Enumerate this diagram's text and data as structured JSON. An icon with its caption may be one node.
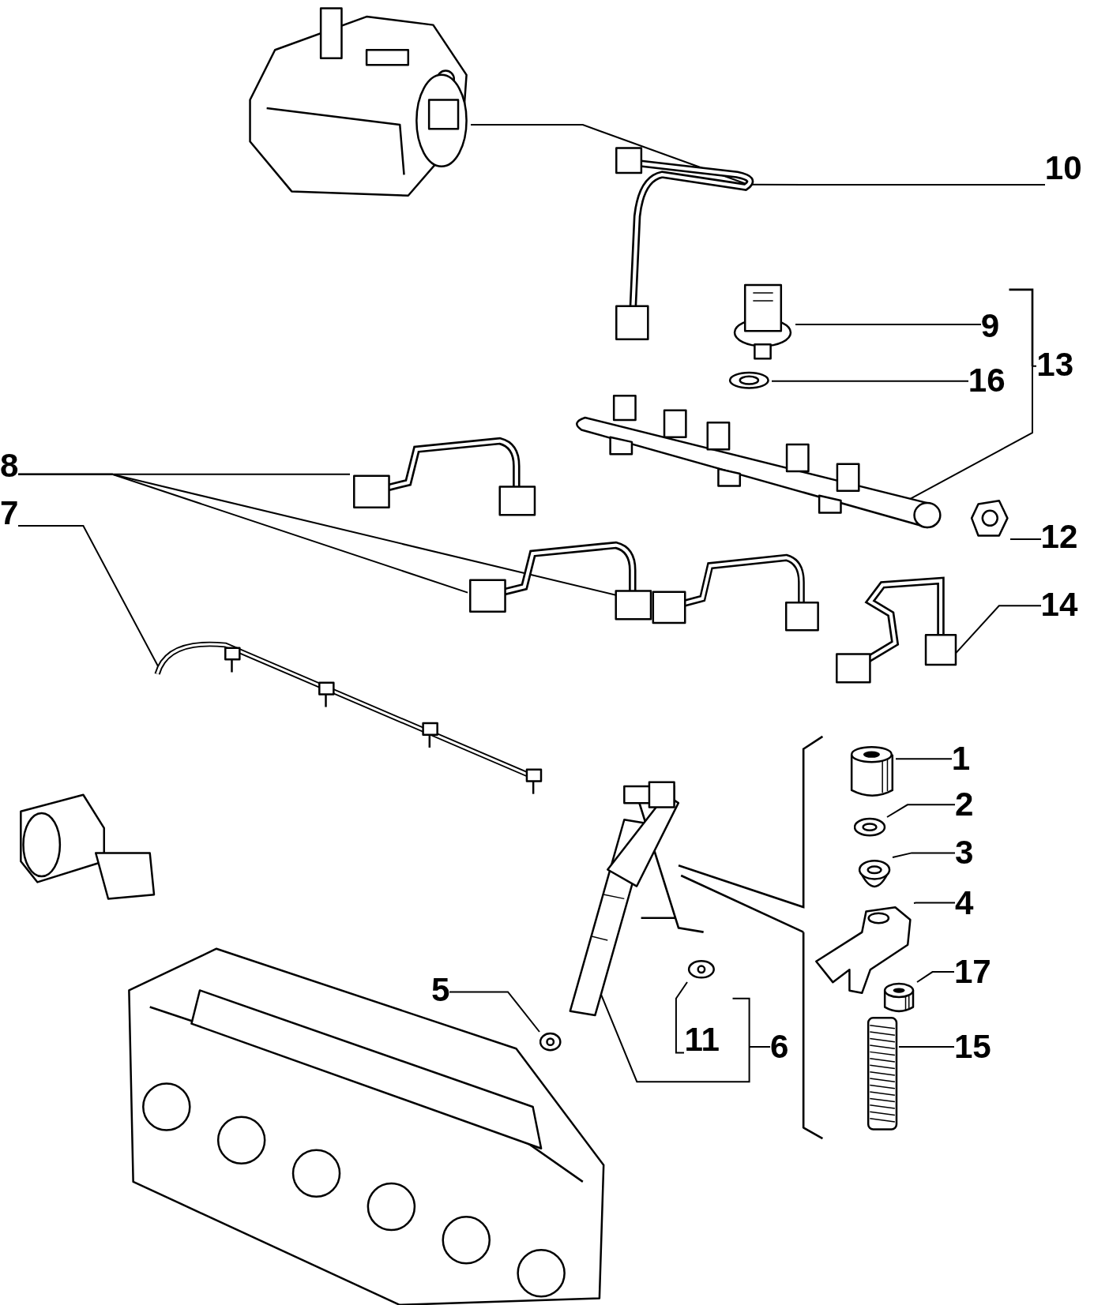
{
  "diagram": {
    "nodes": [
      {
        "text": [],
        "shape": "picture"
      },
      {
        "text": [],
        "shape": "picture"
      },
      {
        "text": [
          "10"
        ]
      },
      {
        "text": [],
        "shape": "picture"
      },
      {
        "text": [
          "9"
        ]
      },
      {
        "text": [],
        "shape": "picture"
      },
      {
        "text": [
          "16"
        ]
      },
      {
        "text": [],
        "shape": "picture"
      },
      {
        "text": [
          "13"
        ]
      },
      {
        "text": [
          "8"
        ]
      },
      {
        "text": [],
        "shape": "picture"
      },
      {
        "text": [],
        "shape": "picture"
      },
      {
        "text": [],
        "shape": "picture"
      },
      {
        "text": [
          "7"
        ]
      },
      {
        "text": [],
        "shape": "picture"
      },
      {
        "text": [],
        "shape": "picture"
      },
      {
        "text": [
          "12"
        ]
      },
      {
        "text": [],
        "shape": "picture"
      },
      {
        "text": [
          "14"
        ]
      },
      {
        "text": [],
        "shape": "picture"
      },
      {
        "text": [],
        "shape": "picture"
      },
      {
        "text": [
          "11"
        ]
      },
      {
        "text": [
          "6"
        ]
      },
      {
        "text": [],
        "shape": "picture"
      },
      {
        "text": [
          "5"
        ]
      },
      {
        "text": [],
        "shape": "picture"
      },
      {
        "text": [
          "1"
        ]
      },
      {
        "text": [],
        "shape": "picture"
      },
      {
        "text": [
          "2"
        ]
      },
      {
        "text": [],
        "shape": "picture"
      },
      {
        "text": [
          "3"
        ]
      },
      {
        "text": [],
        "shape": "picture"
      },
      {
        "text": [
          "4"
        ]
      },
      {
        "text": [],
        "shape": "picture"
      },
      {
        "text": [
          "17"
        ]
      },
      {
        "text": [],
        "shape": "picture"
      },
      {
        "text": [
          "15"
        ]
      }
    ],
    "edges": [
      {
        "from": 0,
        "to": 1,
        "arrow": "none"
      },
      {
        "from": 2,
        "to": 1,
        "arrow": "none"
      },
      {
        "from": 4,
        "to": 3,
        "arrow": "none"
      },
      {
        "from": 6,
        "to": 5,
        "arrow": "none"
      },
      {
        "from": 8,
        "to": 7,
        "arrow": "none"
      },
      {
        "from": 9,
        "to": 10,
        "arrow": "none"
      },
      {
        "from": 9,
        "to": 11,
        "arrow": "none"
      },
      {
        "from": 9,
        "to": 12,
        "arrow": "none"
      },
      {
        "from": 13,
        "to": 14,
        "arrow": "none"
      },
      {
        "from": 16,
        "to": 15,
        "arrow": "none"
      },
      {
        "from": 18,
        "to": 17,
        "arrow": "none"
      },
      {
        "from": 21,
        "to": 20,
        "arrow": "none"
      },
      {
        "from": 22,
        "to": 19,
        "arrow": "none"
      },
      {
        "from": 24,
        "to": 23,
        "arrow": "none"
      },
      {
        "from": 26,
        "to": 25,
        "arrow": "none"
      },
      {
        "from": 28,
        "to": 27,
        "arrow": "none"
      },
      {
        "from": 30,
        "to": 29,
        "arrow": "none"
      },
      {
        "from": 32,
        "to": 31,
        "arrow": "none"
      },
      {
        "from": 34,
        "to": 33,
        "arrow": "none"
      },
      {
        "from": 36,
        "to": 35,
        "arrow": "none"
      }
    ]
  }
}
